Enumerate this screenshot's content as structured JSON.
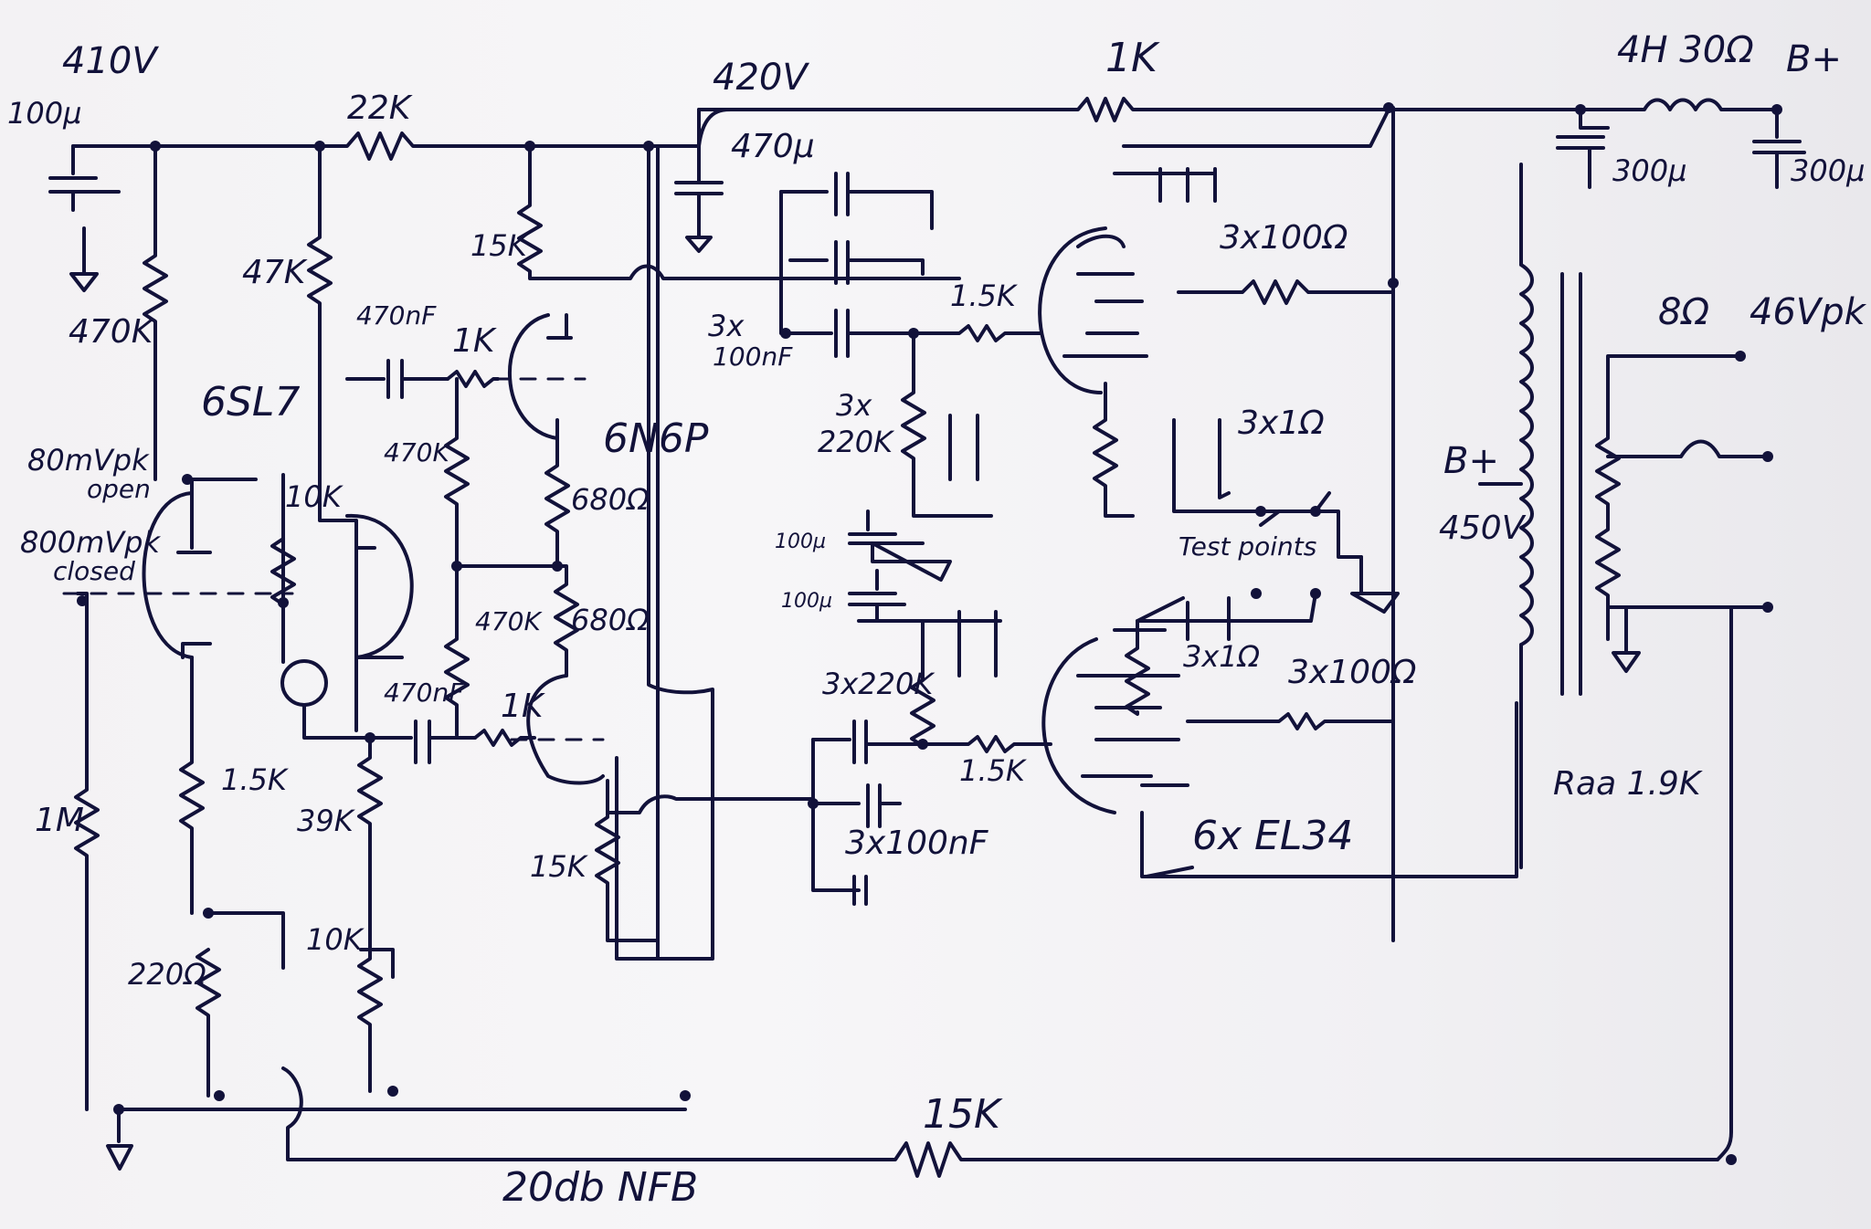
{
  "supply": {
    "v410": "410V",
    "cap_in": "100µ",
    "v420": "420V",
    "cap_470": "470µ",
    "r1k_top": "1K",
    "choke": "4H 30Ω",
    "bplus": "B+",
    "cap_300a": "300µ",
    "cap_300b": "300µ",
    "bplus_450": "B+",
    "v450": "450V"
  },
  "input_stage": {
    "r470k": "470K",
    "r47k": "47K",
    "r22k": "22K",
    "tube": "6SL7",
    "in_open": "80mVpk",
    "open": "open",
    "in_closed": "800mVpk",
    "closed": "closed",
    "r10k": "10K",
    "r1_5k": "1.5K",
    "r39k": "39K",
    "r1m": "1M",
    "r220": "220Ω",
    "pot10k": "10K",
    "c470nf_a": "470nF",
    "c470nf_b": "470nF"
  },
  "driver": {
    "r15k_top": "15K",
    "r1k_a": "1K",
    "r470k_a": "470K",
    "tube": "6N6P",
    "r680_a": "680Ω",
    "r470k_b": "470K",
    "r680_b": "680Ω",
    "r1k_b": "1K",
    "r15k_bot": "15K"
  },
  "coupling": {
    "c3x100nf_a_num": "3x",
    "c3x100nf_a_val": "100nF",
    "r3x220k_a_num": "3x",
    "r3x220k_a_val": "220K",
    "bias_cap_a": "100µ",
    "bias_cap_b": "100µ",
    "r3x220k_b": "3x220K",
    "c3x100nf_b": "3x100nF",
    "r1_5k_a": "1.5K",
    "r1_5k_b": "1.5K"
  },
  "output": {
    "r3x100_a": "3x100Ω",
    "r3x1_a": "3x1Ω",
    "test_points": "Test points",
    "r3x1_b": "3x1Ω",
    "r3x100_b": "3x100Ω",
    "tubes": "6x EL34",
    "raa": "Raa 1.9K",
    "load": "8Ω",
    "vpk": "46Vpk",
    "nfb_res": "15K",
    "nfb": "20db NFB"
  }
}
